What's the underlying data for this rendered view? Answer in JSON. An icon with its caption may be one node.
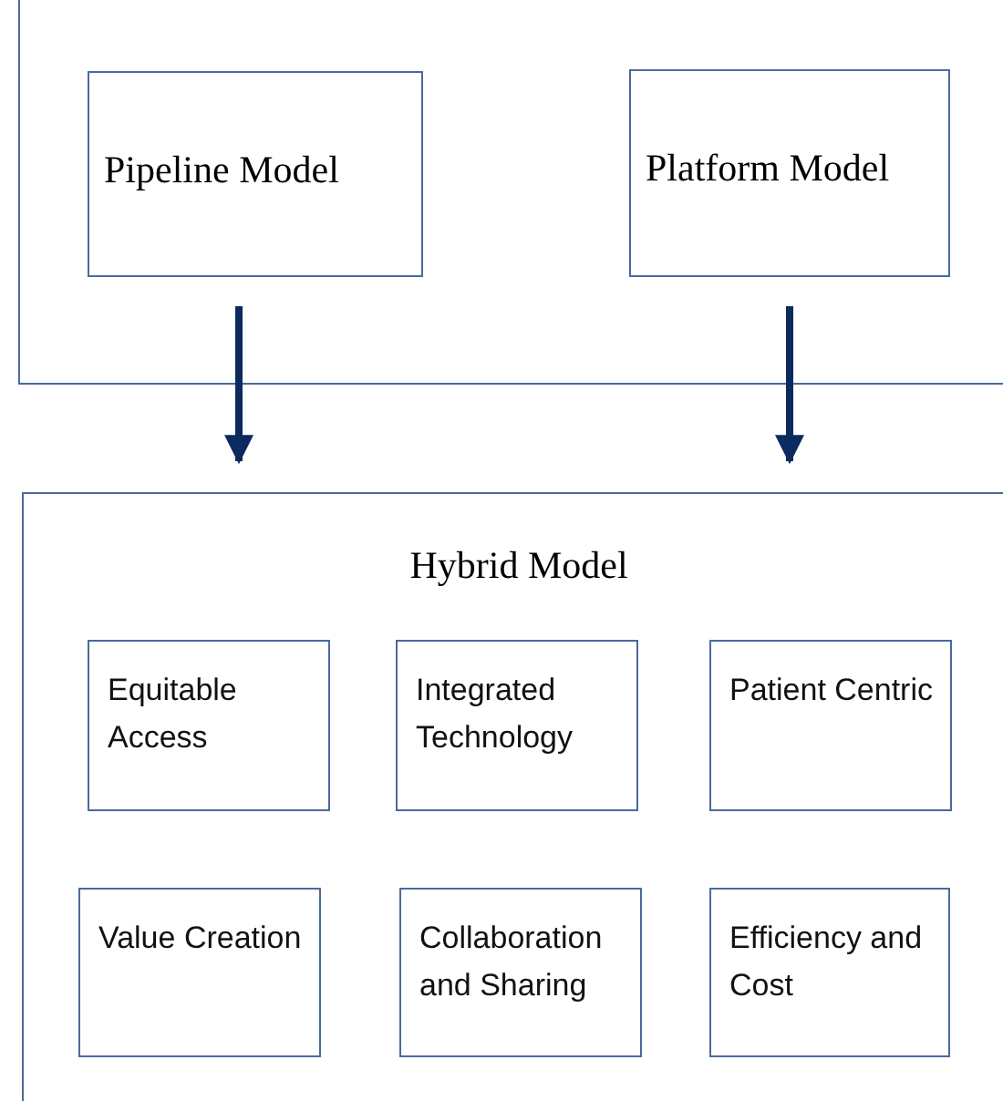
{
  "diagram": {
    "nodes": [
      {
        "text": [],
        "shape": "box"
      },
      {
        "text": [
          "Pipeline Model"
        ],
        "in": 0
      },
      {
        "text": [
          "Platform Model"
        ],
        "in": 0
      },
      {
        "text": [
          "Hybrid Model"
        ]
      },
      {
        "text": [
          "Equitable Access"
        ],
        "in": 3
      },
      {
        "text": [
          "Integrated Technology"
        ],
        "in": 3
      },
      {
        "text": [
          "Patient Centric"
        ],
        "in": 3
      },
      {
        "text": [
          "Value Creation"
        ],
        "in": 3
      },
      {
        "text": [
          "Collaboration and Sharing"
        ],
        "in": 3
      },
      {
        "text": [
          "Efficiency and Cost"
        ],
        "in": 3
      }
    ],
    "edges": [
      {
        "from": 1,
        "to": 3,
        "arrow": "to"
      },
      {
        "from": 2,
        "to": 3,
        "arrow": "to"
      }
    ]
  }
}
